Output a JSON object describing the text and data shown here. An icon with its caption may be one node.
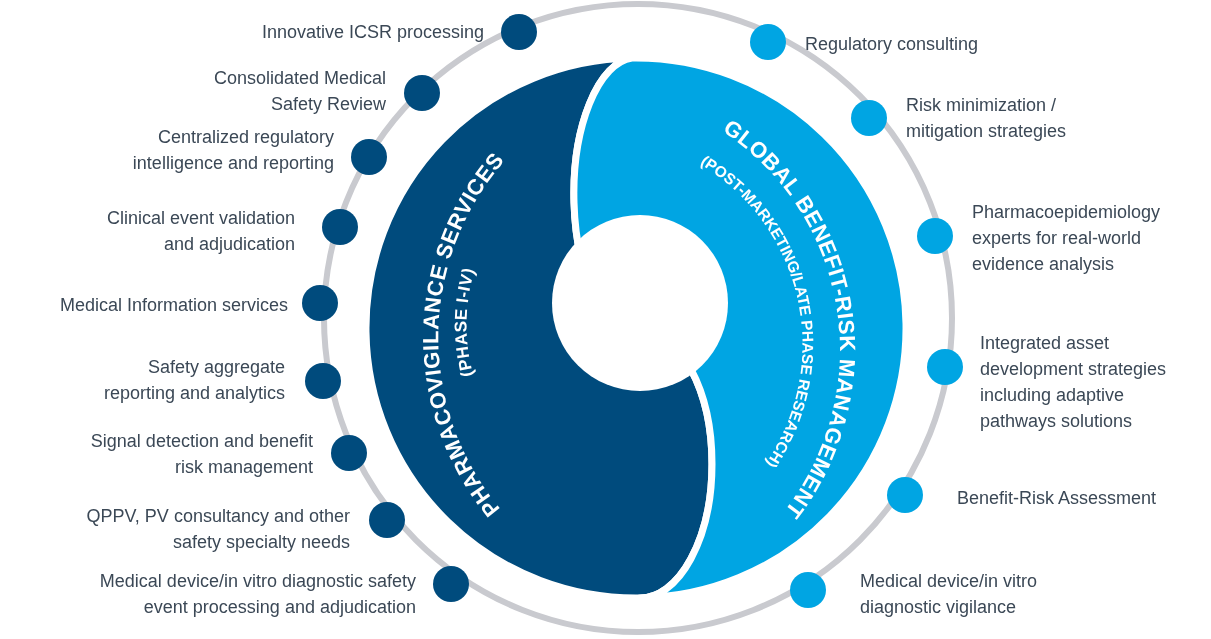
{
  "diagram": {
    "nodes": [
      {
        "text": [
          "PHARMACOVIGILANCE SERVICES",
          "(PHASE I-IV)"
        ]
      },
      {
        "text": [
          "GLOBAL BENEFIT-RISK MANAGEMENT",
          "(POST-MARKETING/LATE PHASE RESEARCH)"
        ]
      },
      {
        "text": [
          "Innovative ICSR processing"
        ]
      },
      {
        "text": [
          "Consolidated Medical Safety Review"
        ]
      },
      {
        "text": [
          "Centralized regulatory intelligence and reporting"
        ]
      },
      {
        "text": [
          "Clinical event validation and adjudication"
        ]
      },
      {
        "text": [
          "Medical Information services"
        ]
      },
      {
        "text": [
          "Safety aggregate reporting and analytics"
        ]
      },
      {
        "text": [
          "Signal detection and benefit risk management"
        ]
      },
      {
        "text": [
          "QPPV, PV consultancy and other safety specialty needs"
        ]
      },
      {
        "text": [
          "Medical device/in vitro diagnostic safety event processing and adjudication"
        ]
      },
      {
        "text": [
          "Regulatory consulting"
        ]
      },
      {
        "text": [
          "Risk minimization / mitigation strategies"
        ]
      },
      {
        "text": [
          "Pharmacoepidemiology experts for real-world evidence analysis"
        ]
      },
      {
        "text": [
          "Integrated asset development strategies including adaptive pathways solutions"
        ]
      },
      {
        "text": [
          "Benefit-Risk Assessment"
        ]
      },
      {
        "text": [
          "Medical device/in vitro diagnostic vigilance"
        ]
      }
    ]
  }
}
